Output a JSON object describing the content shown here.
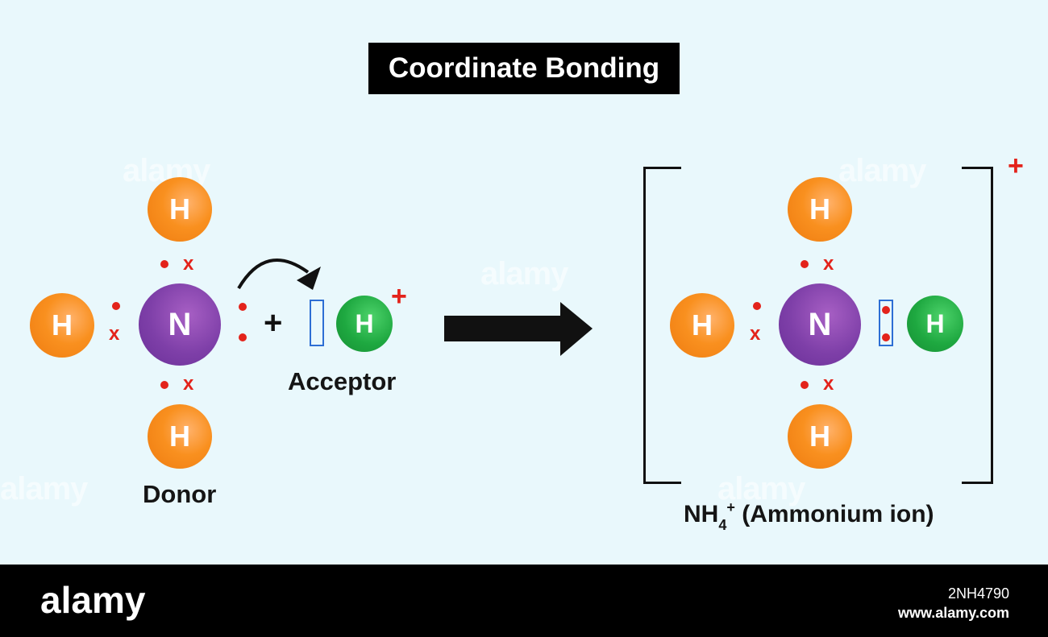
{
  "title": "Coordinate Bonding",
  "donor": {
    "label": "Donor",
    "central_atom": "N",
    "h_atoms": [
      "H",
      "H",
      "H"
    ],
    "h_color": "#f9901f",
    "n_color": "#7e3fa8"
  },
  "reaction_plus": "+",
  "acceptor": {
    "label": "Acceptor",
    "atom": "H",
    "charge": "+",
    "h_color": "#1ea840"
  },
  "product": {
    "central_atom": "N",
    "h_atoms": [
      "H",
      "H",
      "H",
      "H"
    ],
    "charge": "+",
    "formula_main": "NH",
    "formula_sub": "4",
    "formula_sup": "+",
    "formula_name": "(Ammonium ion)"
  },
  "electron_symbols": {
    "dot_color": "#e3231b",
    "cross": "x"
  },
  "watermark": {
    "brand": "alamy",
    "image_id": "2NH4790",
    "site": "www.alamy.com"
  }
}
